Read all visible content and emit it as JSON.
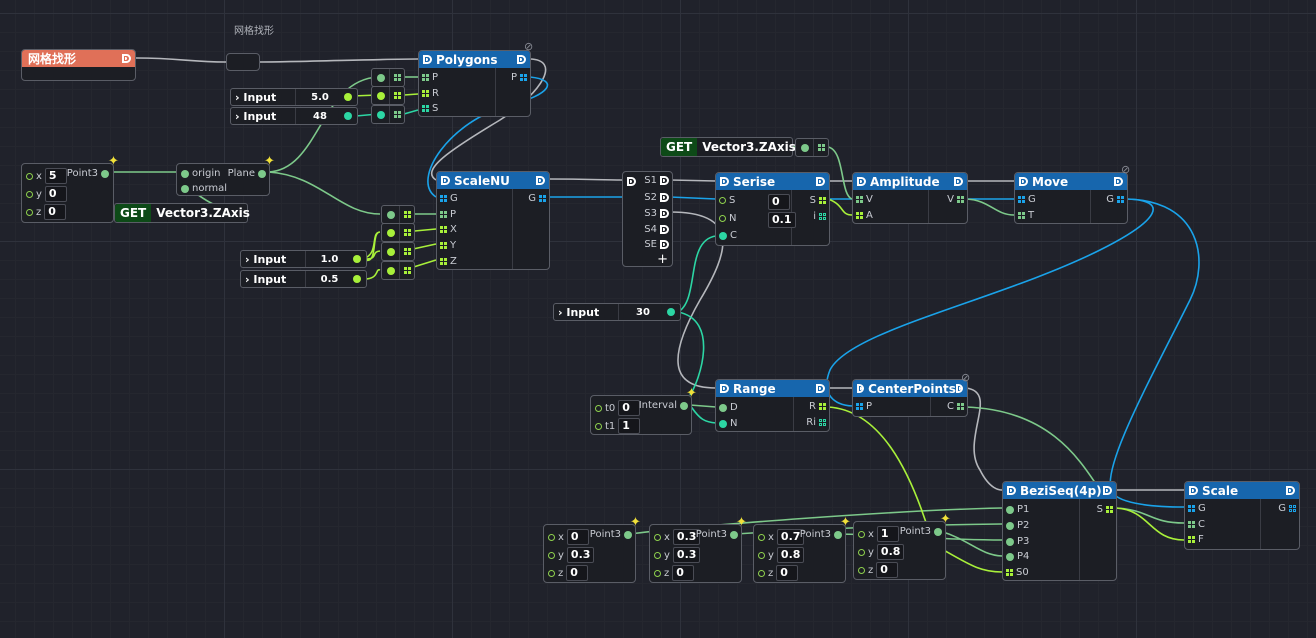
{
  "canvas_label": "网格找形",
  "group_node": {
    "title": "网格找形",
    "color": "#e07058"
  },
  "colors": {
    "header": "#1766ad",
    "wire_gray": "#b5b7bc",
    "wire_blue": "#1aa3ea",
    "wire_green": "#7dc98a",
    "wire_lime": "#a8f03a",
    "wire_teal": "#2cd6a4",
    "get_bg": "#0d4a17"
  },
  "inputs": [
    {
      "label": "Input",
      "value": "5.0"
    },
    {
      "label": "Input",
      "value": "48"
    },
    {
      "label": "Input",
      "value": "1.0"
    },
    {
      "label": "Input",
      "value": "0.5"
    },
    {
      "label": "Input",
      "value": "30"
    }
  ],
  "get_nodes": [
    {
      "get": "GET",
      "name": "Vector3.ZAxis"
    },
    {
      "get": "GET",
      "name": "Vector3.ZAxis"
    }
  ],
  "point3_main": {
    "title": "Point3",
    "x": "5",
    "y": "0",
    "z": "0",
    "lx": "x",
    "ly": "y",
    "lz": "z"
  },
  "plane": {
    "title": "Plane",
    "in1": "origin",
    "in2": "normal"
  },
  "polygons": {
    "title": "Polygons",
    "inputs": [
      "P",
      "R",
      "S"
    ],
    "output": "P"
  },
  "scalenu": {
    "title": "ScaleNU",
    "inputs": [
      "G",
      "P",
      "X",
      "Y",
      "Z"
    ],
    "output": "G"
  },
  "switch_node": {
    "outputs": [
      "S1",
      "S2",
      "S3",
      "S4",
      "SE"
    ],
    "add": "+"
  },
  "serise": {
    "title": "Serise",
    "inputs": [
      "S",
      "N",
      "C"
    ],
    "s_val": "0",
    "n_val": "0.1",
    "outputs": [
      "S",
      "i"
    ]
  },
  "amplitude": {
    "title": "Amplitude",
    "inputs": [
      "V",
      "A"
    ],
    "output": "V"
  },
  "move": {
    "title": "Move",
    "inputs": [
      "G",
      "T"
    ],
    "output": "G"
  },
  "interval": {
    "title": "Interval",
    "t0_label": "t0",
    "t0": "0",
    "t1_label": "t1",
    "t1": "1"
  },
  "range": {
    "title": "Range",
    "inputs": [
      "D",
      "N"
    ],
    "outputs": [
      "R",
      "Ri"
    ]
  },
  "centerpoints": {
    "title": "CenterPoints",
    "input": "P",
    "output": "C"
  },
  "beziseq": {
    "title": "BeziSeq(4p)",
    "inputs": [
      "P1",
      "P2",
      "P3",
      "P4",
      "S0"
    ],
    "output": "S"
  },
  "scale": {
    "title": "Scale",
    "inputs": [
      "G",
      "C",
      "F"
    ],
    "output": "G"
  },
  "points": [
    {
      "title": "Point3",
      "x": "0",
      "y": "0.3",
      "z": "0"
    },
    {
      "title": "Point3",
      "x": "0.3",
      "y": "0.3",
      "z": "0"
    },
    {
      "title": "Point3",
      "x": "0.7",
      "y": "0.8",
      "z": "0"
    },
    {
      "title": "Point3",
      "x": "1",
      "y": "0.8",
      "z": "0"
    }
  ],
  "axis_labels": {
    "x": "x",
    "y": "y",
    "z": "z"
  }
}
